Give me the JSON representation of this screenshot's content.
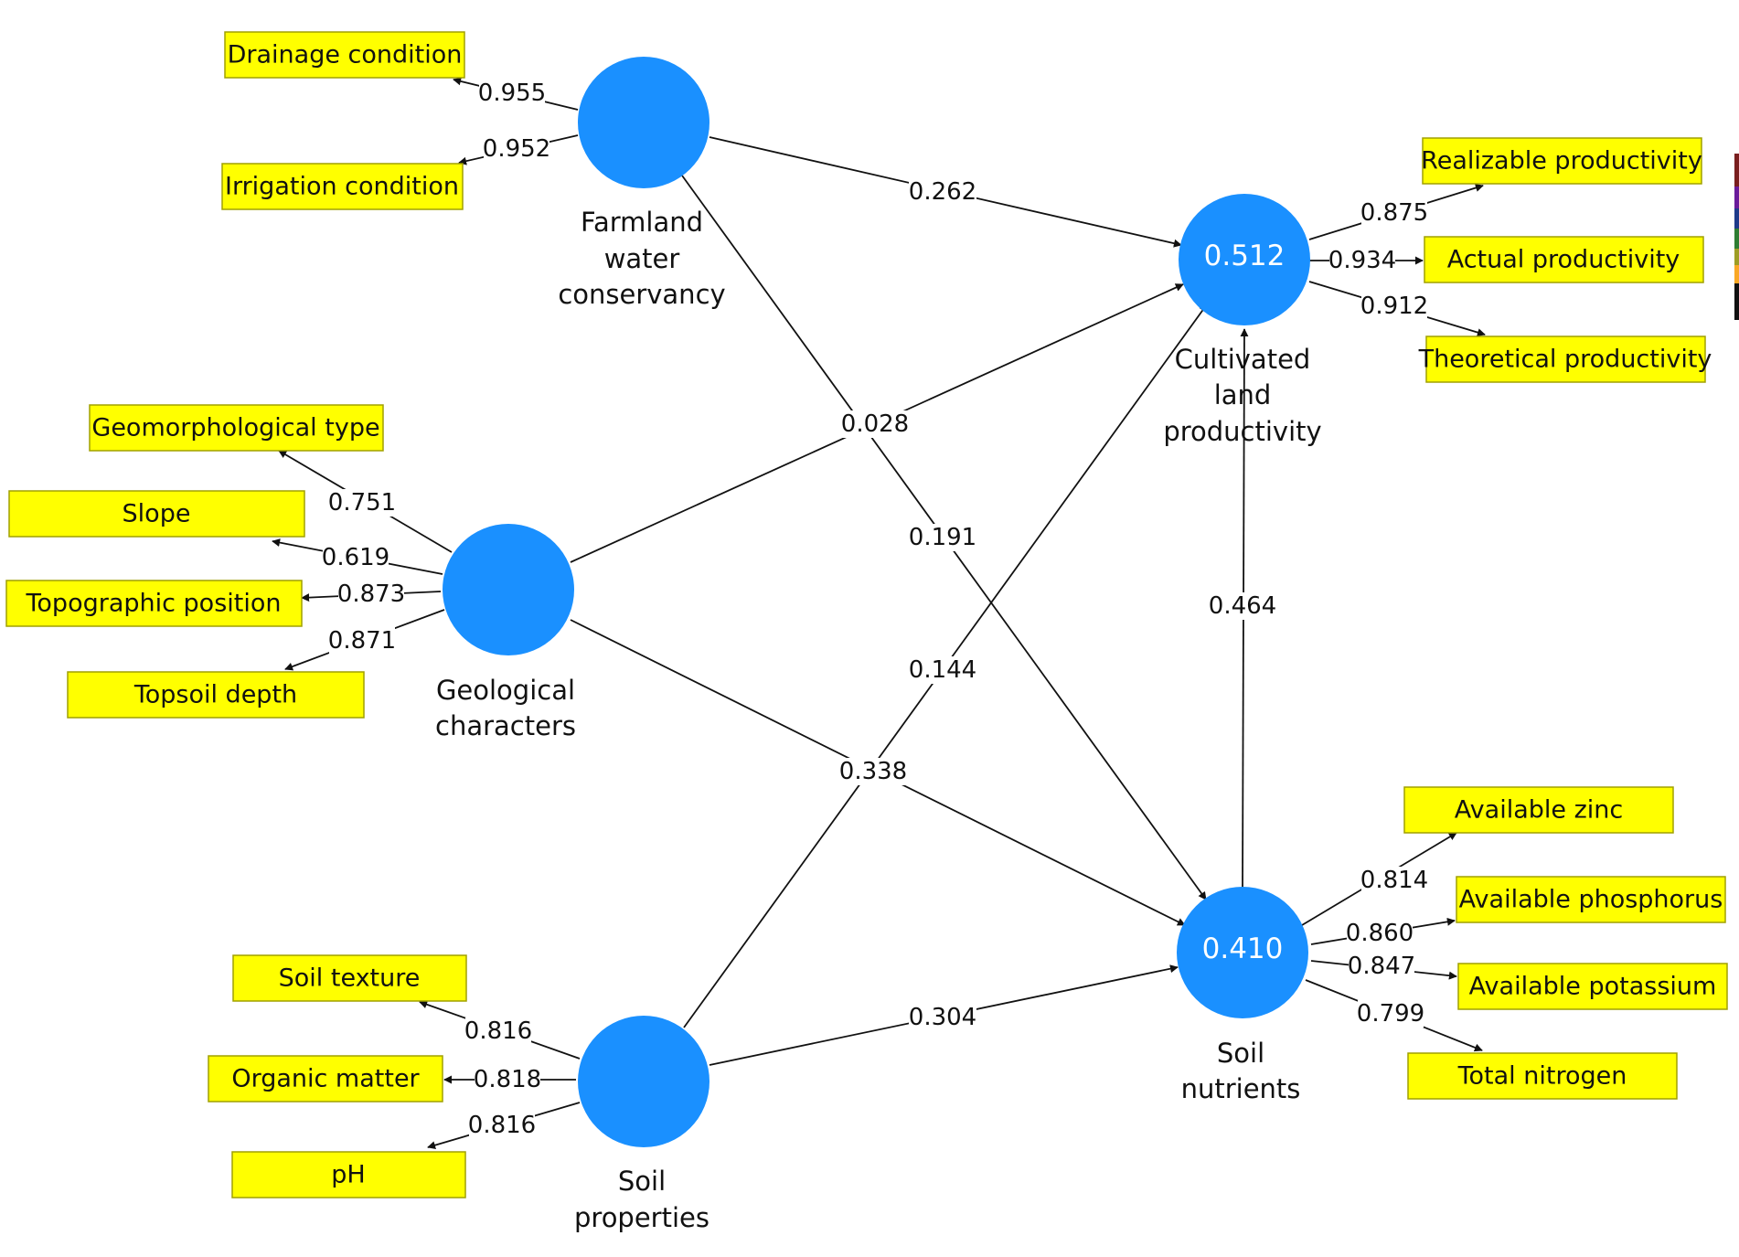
{
  "constructs": {
    "farmland": {
      "name_lines": [
        "Farmland",
        "water",
        "conservancy"
      ],
      "r2": ""
    },
    "geological": {
      "name_lines": [
        "Geological",
        "characters"
      ],
      "r2": ""
    },
    "soil_props": {
      "name_lines": [
        "Soil",
        "properties"
      ],
      "r2": ""
    },
    "productivity": {
      "name_lines": [
        "Cultivated",
        "land",
        "productivity"
      ],
      "r2": "0.512"
    },
    "nutrients": {
      "name_lines": [
        "Soil",
        "nutrients"
      ],
      "r2": "0.410"
    }
  },
  "indicators": {
    "drainage": "Drainage condition",
    "irrigation": "Irrigation condition",
    "geomorph": "Geomorphological type",
    "slope": "Slope",
    "topo": "Topographic position",
    "topsoil": "Topsoil depth",
    "texture": "Soil texture",
    "organic": "Organic matter",
    "ph": "pH",
    "realizable": "Realizable productivity",
    "actual": "Actual productivity",
    "theoretical": "Theoretical productivity",
    "zinc": "Available zinc",
    "phosphorus": "Available phosphorus",
    "potassium": "Available potassium",
    "nitrogen": "Total nitrogen"
  },
  "loadings": {
    "drainage": "0.955",
    "irrigation": "0.952",
    "geomorph": "0.751",
    "slope": "0.619",
    "topo": "0.873",
    "topsoil": "0.871",
    "texture": "0.816",
    "organic": "0.818",
    "ph": "0.816",
    "realizable": "0.875",
    "actual": "0.934",
    "theoretical": "0.912",
    "zinc": "0.814",
    "phosphorus": "0.860",
    "potassium": "0.847",
    "nitrogen": "0.799"
  },
  "paths": {
    "farmland_productivity": "0.262",
    "farmland_nutrients": "0.191",
    "geological_productivity": "0.028",
    "geological_nutrients": "0.338",
    "soil_productivity": "0.144",
    "soil_nutrients": "0.304",
    "nutrients_productivity": "0.464"
  },
  "colors": {
    "construct_fill": "#1a90ff",
    "indicator_fill": "#ffff00",
    "indicator_border": "#a0a000",
    "edge": "#111111"
  }
}
